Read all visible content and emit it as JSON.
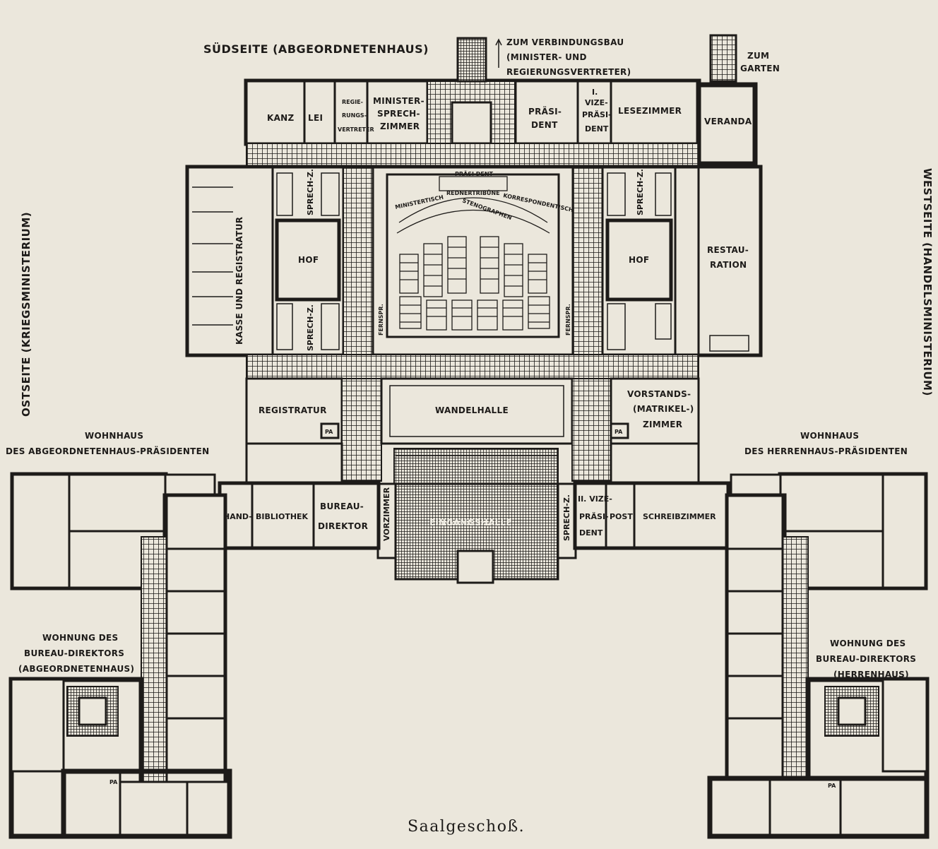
{
  "caption": "Saalgeschoß.",
  "orientation": {
    "south": "SÜDSEITE (ABGEORDNETENHAUS)",
    "east": "OSTSEITE (KRIEGSMINISTERIUM)",
    "west": "WESTSEITE (HANDELSMINISTERIUM)"
  },
  "annotations": {
    "verbindungsbau_1": "ZUM VERBINDUNGSBAU",
    "verbindungsbau_2": "(MINISTER- UND",
    "verbindungsbau_3": "REGIERUNGSVERTRETER)",
    "garten_1": "ZUM",
    "garten_2": "GARTEN",
    "wohnhaus_left_1": "WOHNHAUS",
    "wohnhaus_left_2": "DES ABGEORDNETENHAUS-PRÄSIDENTEN",
    "wohnhaus_right_1": "WOHNHAUS",
    "wohnhaus_right_2": "DES HERRENHAUS-PRÄSIDENTEN",
    "wohnung_left_1": "WOHNUNG DES",
    "wohnung_left_2": "BUREAU-DIREKTORS",
    "wohnung_left_3": "(ABGEORDNETENHAUS)",
    "wohnung_right_1": "WOHNUNG DES",
    "wohnung_right_2": "BUREAU-DIREKTORS",
    "wohnung_right_3": "(HERRENHAUS)"
  },
  "rooms": {
    "kanzlei_1": "KANZ",
    "kanzlei_2": "LEI",
    "regierungsvertreter_1": "REGIE-",
    "regierungsvertreter_2": "RUNGS-",
    "regierungsvertreter_3": "VERTRETER",
    "minister_1": "MINISTER-",
    "minister_2": "SPRECH-",
    "minister_3": "ZIMMER",
    "praesident_1": "PRÄSI-",
    "praesident_2": "DENT",
    "vize1_1": "I.",
    "vize1_2": "VIZE-",
    "vize1_3": "PRÄSI-",
    "vize1_4": "DENT",
    "lesezimmer": "LESEZIMMER",
    "veranda": "VERANDA",
    "kasse": "KASSE UND REGISTRATUR",
    "sprech_z": "SPRECH-Z.",
    "hof": "HOF",
    "restauration_1": "RESTAU-",
    "restauration_2": "RATION",
    "registratur": "REGISTRATUR",
    "wandelhalle": "WANDELHALLE",
    "vorstands_1": "VORSTANDS-",
    "vorstands_2": "(MATRIKEL-)",
    "vorstands_3": "ZIMMER",
    "pa": "PA",
    "hand": "HAND-",
    "bibliothek": "BIBLIOTHEK",
    "bureau_1": "BUREAU-",
    "bureau_2": "DIREKTOR",
    "vorzimmer": "VORZIMMER",
    "eingangshalle": "EINGANGSHALLE",
    "vize2_1": "II. VIZE-",
    "vize2_2": "PRÄSI-",
    "vize2_3": "DENT",
    "post": "POST",
    "schreibzimmer": "SCHREIBZIMMER",
    "fernspr": "FERNSPR."
  },
  "chamber": {
    "praesident": "PRÄSI DENT",
    "rednertribuene": "REDNERTRIBÜNE",
    "ministertisch": "MINISTERTISCH",
    "korrespondententisch": "KORRESPONDENTISCH",
    "stenographen": "STENOGRAPHEN"
  }
}
